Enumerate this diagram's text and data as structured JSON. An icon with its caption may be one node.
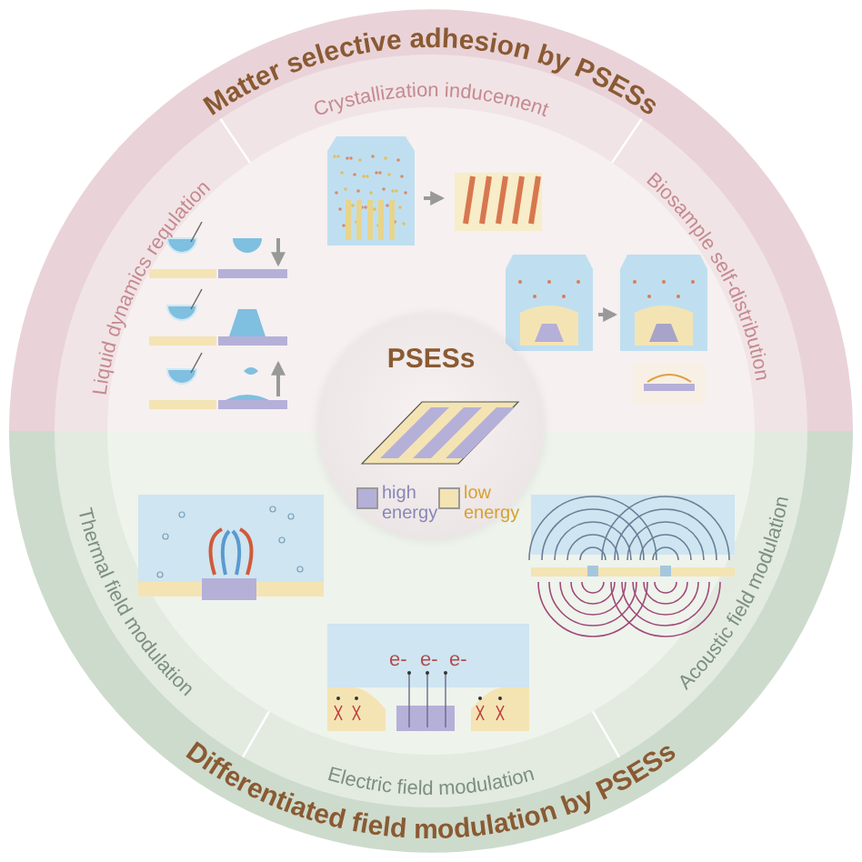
{
  "diagram": {
    "nodes": [
      {
        "text": [
          "PSESs"
        ]
      }
    ],
    "labels": [
      "Matter selective adhesion by PSESs",
      "Crystallization inducement",
      "Liquid dynamics regulation",
      "Biosample self-distribution",
      "Thermal field modulation",
      "Acoustic field modulation",
      "e-",
      "e-",
      "e-",
      "Electric field modulation",
      "Differentiated field modulation by PSESs"
    ],
    "legend": [
      {
        "text": "high energy",
        "color": "#b5b0d8"
      },
      {
        "text": "low energy",
        "color": "#f4e4b4"
      }
    ]
  }
}
